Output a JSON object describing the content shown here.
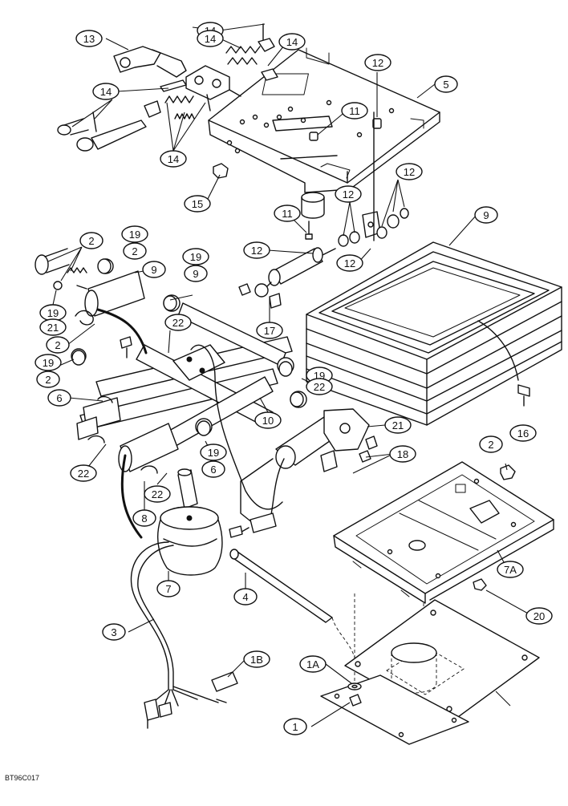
{
  "figure_ref": "BT96C017",
  "callouts": [
    "13",
    "14",
    "14",
    "14",
    "14",
    "14",
    "12",
    "5",
    "11",
    "15",
    "11",
    "12",
    "12",
    "12",
    "12",
    "17",
    "9",
    "2",
    "19",
    "2",
    "19",
    "9",
    "9",
    "19",
    "21",
    "22",
    "2",
    "19",
    "2",
    "19",
    "22",
    "6",
    "10",
    "21",
    "18",
    "16",
    "2",
    "19",
    "6",
    "22",
    "22",
    "8",
    "7",
    "4",
    "7A",
    "20",
    "3",
    "1B",
    "1A",
    "1"
  ]
}
